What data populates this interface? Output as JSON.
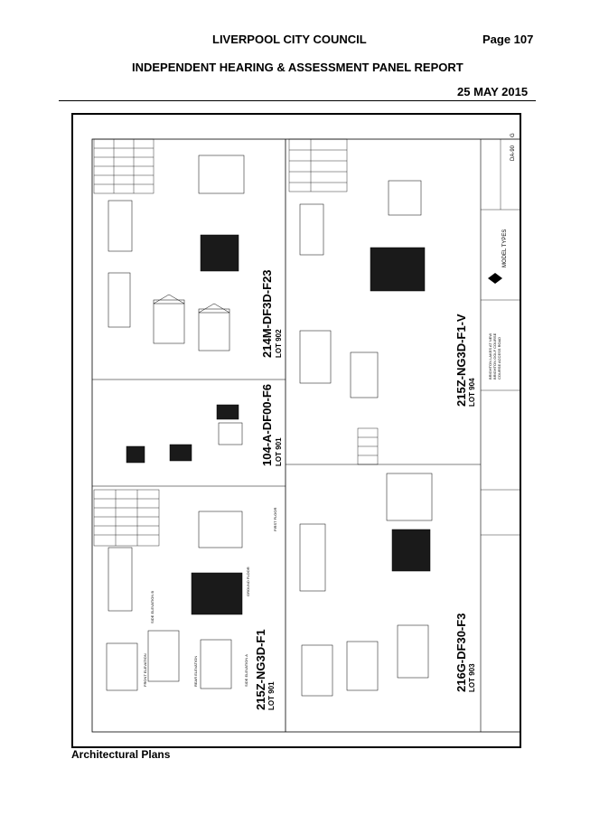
{
  "header": {
    "council": "LIVERPOOL CITY COUNCIL",
    "page": "Page 107",
    "report": "INDEPENDENT HEARING & ASSESSMENT PANEL REPORT",
    "date": "25 MAY 2015"
  },
  "caption": "Architectural Plans",
  "drawing": {
    "panels": [
      {
        "model": "215Z-NG3D-F1",
        "lot": "LOT 901"
      },
      {
        "model": "104-A-DF00-F6",
        "lot": "LOT 901"
      },
      {
        "model": "214M-DF3D-F23",
        "lot": "LOT 902"
      },
      {
        "model": "216G-DF30-F3",
        "lot": "LOT 903"
      },
      {
        "model": "215Z-NG3D-F1-V",
        "lot": "LOT 904"
      }
    ],
    "view_labels": {
      "front": "FRONT ELEVATION",
      "rear": "REAR ELEVATION",
      "side_a": "SIDE ELEVATION A",
      "side_b": "SIDE ELEVATION B",
      "ground": "GROUND FLOOR",
      "first": "FIRST FLOOR"
    },
    "title_block": {
      "brand": "MODEL TYPES",
      "site_lines": [
        "BRIGHTON LAKES AT NEW",
        "BRIGHTON GOLF COURSE",
        "COURSE ACCESS ROAD"
      ],
      "drawing_no": "DA-90",
      "revision": "G"
    }
  }
}
